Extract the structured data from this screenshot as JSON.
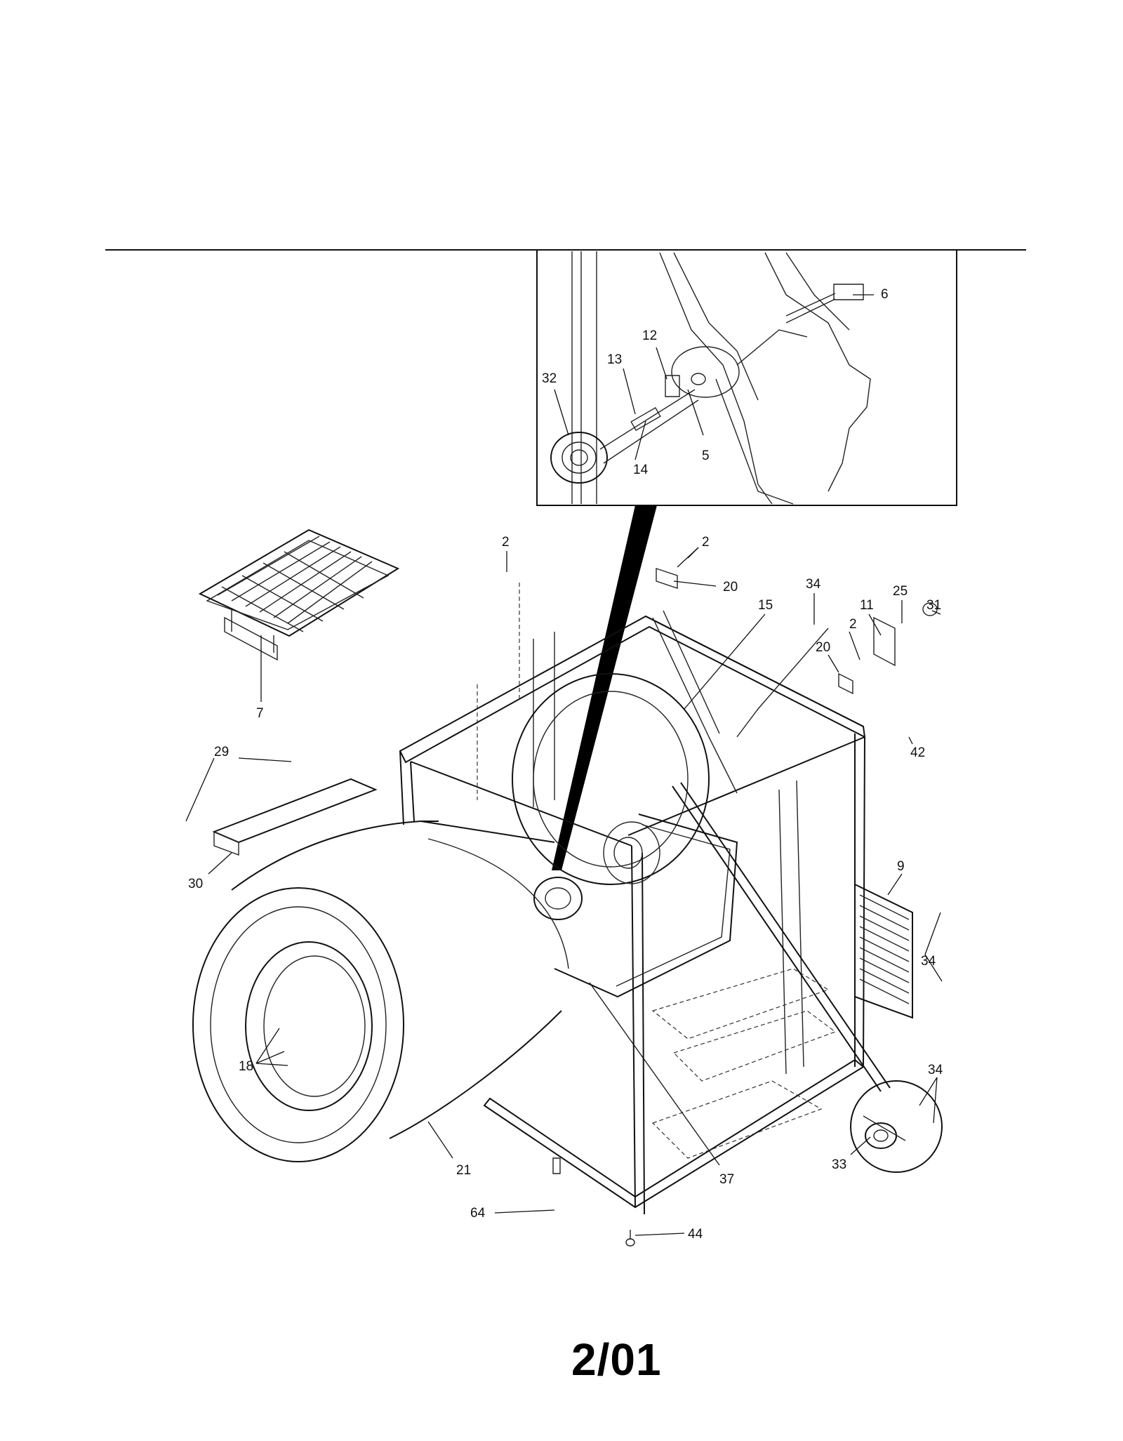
{
  "page_number": "2/01",
  "callouts": {
    "c6": "6",
    "c12": "12",
    "c13": "13",
    "c32": "32",
    "c14": "14",
    "c5": "5",
    "c2a": "2",
    "c2b": "2",
    "c20a": "20",
    "c15": "15",
    "c34a": "34",
    "c25": "25",
    "c11": "11",
    "c31": "31",
    "c2c": "2",
    "c20b": "20",
    "c42": "42",
    "c7": "7",
    "c29": "29",
    "c30": "30",
    "c9": "9",
    "c34b": "34",
    "c18": "18",
    "c34c": "34",
    "c21": "21",
    "c33": "33",
    "c37": "37",
    "c64": "64",
    "c44": "44"
  }
}
